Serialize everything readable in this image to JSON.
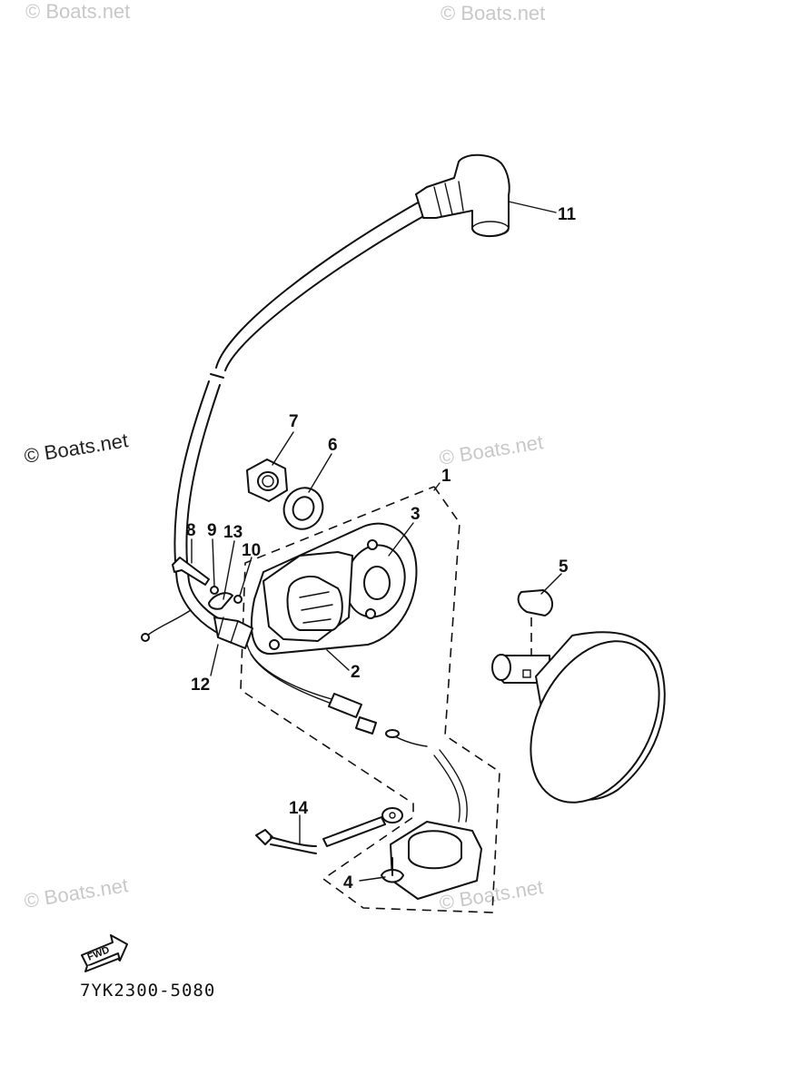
{
  "watermarks": {
    "top_left": "© Boats.net",
    "top_right": "© Boats.net",
    "mid_left": "© Boats.net",
    "mid_right": "© Boats.net",
    "bottom_left": "© Boats.net",
    "bottom_right": "© Boats.net"
  },
  "callouts": {
    "c1": "1",
    "c2": "2",
    "c3": "3",
    "c4": "4",
    "c5": "5",
    "c6": "6",
    "c7": "7",
    "c8": "8",
    "c9": "9",
    "c10": "10",
    "c11": "11",
    "c12": "12",
    "c13": "13",
    "c14": "14"
  },
  "fwd_label": "FWD",
  "diagram_code": "7YK2300-5080",
  "icons": {
    "fwd_arrow": "fwd-arrow-icon"
  }
}
